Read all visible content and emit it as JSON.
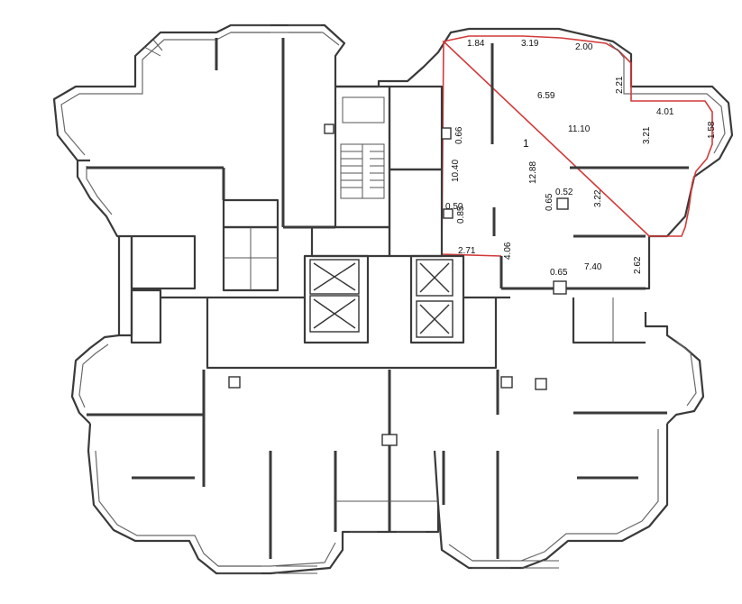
{
  "plan": {
    "room_number": "1",
    "dimensions": {
      "top_1": "1.84",
      "top_2": "3.19",
      "top_3": "2.00",
      "diag_ne": "2.21",
      "east_diag": "4.01",
      "east_side": "1.58",
      "area_a": "6.59",
      "area_b": "11.10",
      "east_inner": "3.21",
      "col_side_1": "0.66",
      "west_long": "10.40",
      "center_long": "12.88",
      "col_small": "0.52",
      "inner_short": "0.65",
      "inner_mid": "3.22",
      "west_small_1": "0.50",
      "west_small_2": "0.85",
      "bottom_left": "2.71",
      "partition": "4.06",
      "bottom_small": "0.65",
      "bottom_mid": "7.40",
      "bottom_right": "2.62"
    }
  },
  "colors": {
    "highlight": "#d23a3a",
    "walls": "#3a3a3a"
  }
}
